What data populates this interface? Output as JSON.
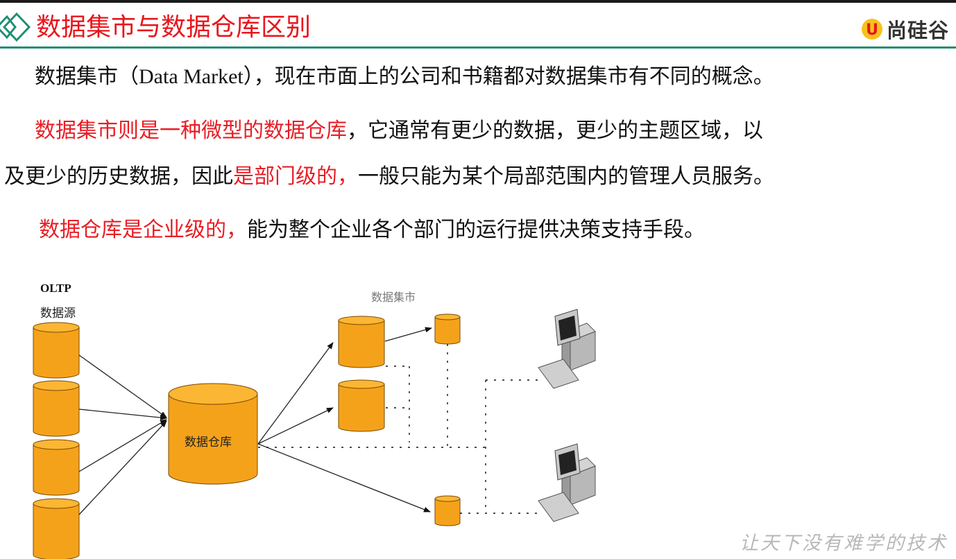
{
  "header": {
    "title": "数据集市与数据仓库区别",
    "logo_text": "尚硅谷",
    "logo_mark": "U"
  },
  "paragraphs": {
    "p1": "数据集市（Data Market），现在市面上的公司和书籍都对数据集市有不同的概念。",
    "p2_red": "数据集市则是一种微型的数据仓库",
    "p2_rest": "，它通常有更少的数据，更少的主题区域，以",
    "p3_a": "及更少的历史数据，因此",
    "p3_red": "是部门级的，",
    "p3_b": "一般只能为某个局部范围内的管理人员服务。",
    "p4_red": "数据仓库是企业级的，",
    "p4_b": "能为整个企业各个部门的运行提供决策支持手段。"
  },
  "diagram": {
    "oltp_label": "OLTP",
    "source_label": "数据源",
    "warehouse_label": "数据仓库",
    "mart_label": "数据集市",
    "cylinder_color": "#f5a21b",
    "cylinder_stroke": "#7a4a00"
  },
  "footer": {
    "slogan": "让天下没有难学的技术"
  },
  "colors": {
    "title": "#e8161d",
    "divider": "#1f8f73",
    "highlight": "#e81e25"
  }
}
